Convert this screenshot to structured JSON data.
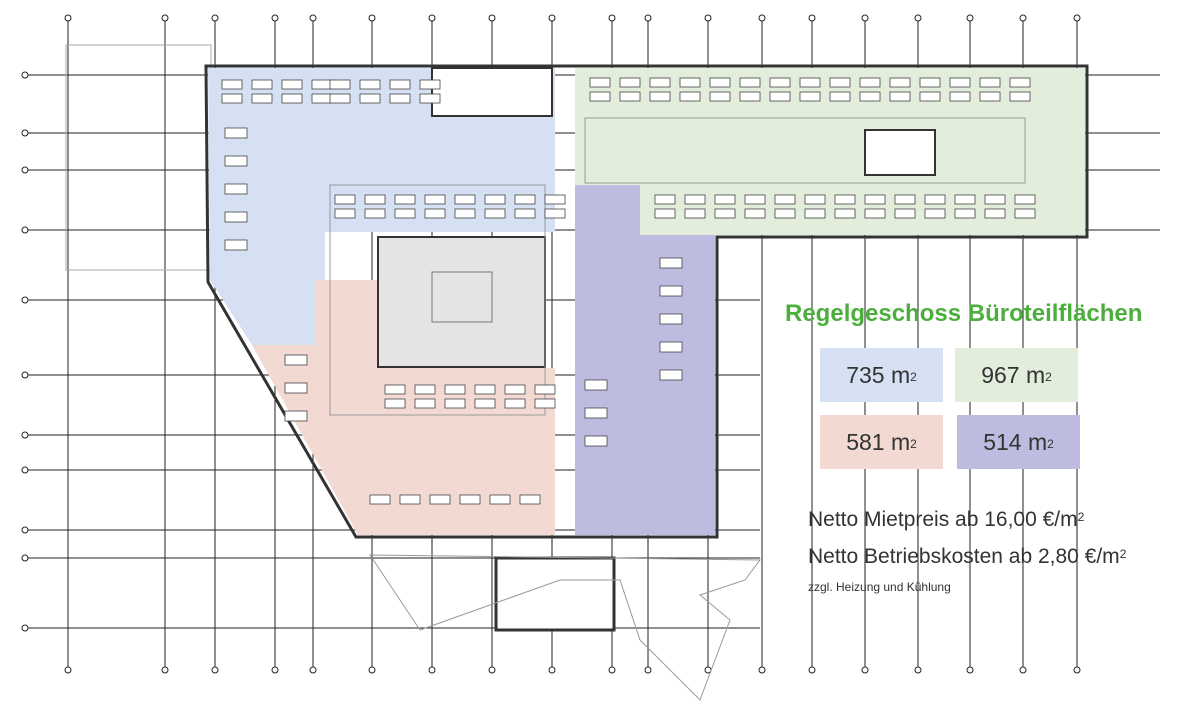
{
  "legend": {
    "title": "Regelgeschoss Büroteilflächen",
    "areas": [
      {
        "value": "735 m",
        "exp": "2",
        "color": "#d5e1f3"
      },
      {
        "value": "967 m",
        "exp": "2",
        "color": "#e2eedb"
      },
      {
        "value": "581 m",
        "exp": "2",
        "color": "#f2d9d2"
      },
      {
        "value": "514 m",
        "exp": "2",
        "color": "#bdbce0"
      }
    ]
  },
  "pricing": {
    "rent": {
      "text": "Netto Mietpreis ab 16,00 €/m",
      "exp": "2"
    },
    "operating_costs": {
      "text": "Netto Betriebskosten ab 2,80 €/m",
      "exp": "2"
    },
    "note": "zzgl. Heizung und Kühlung"
  },
  "colors": {
    "title": "#4cae3c",
    "atrium": "#e4e4e4",
    "wall": "#333333"
  }
}
